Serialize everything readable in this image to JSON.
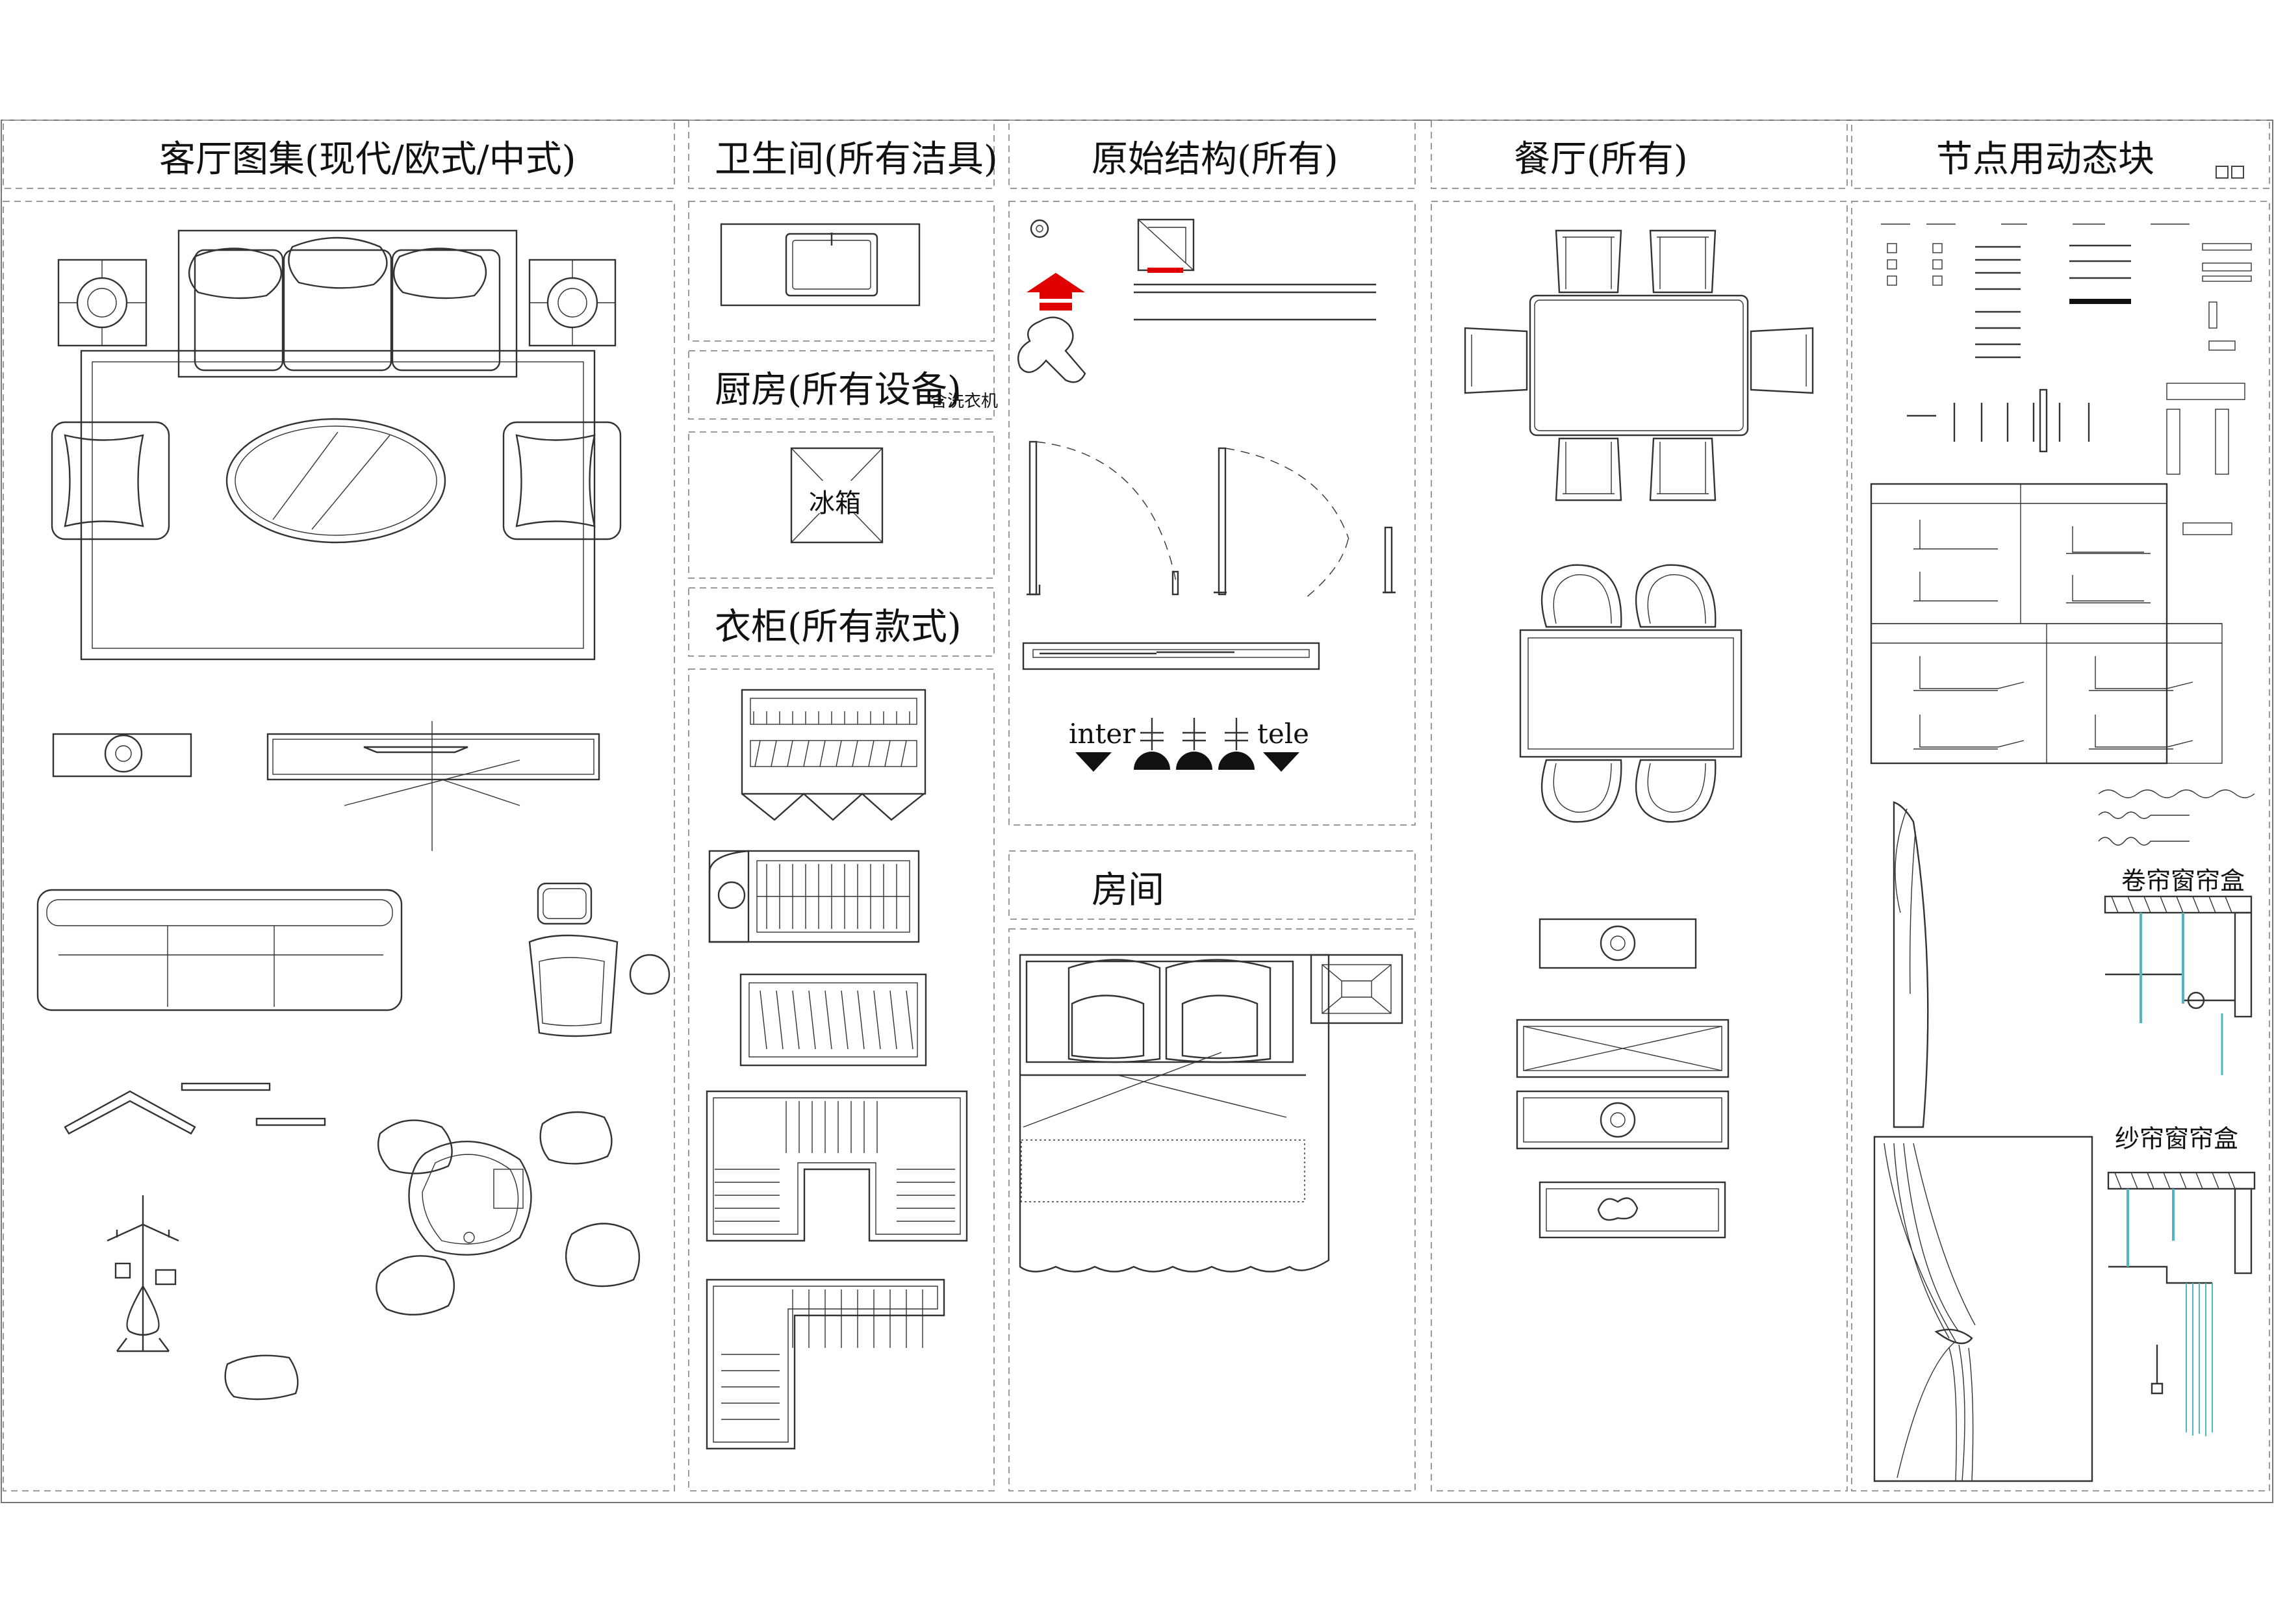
{
  "sections": {
    "living": {
      "title": "客厅图集(现代/欧式/中式)"
    },
    "bathroom": {
      "title": "卫生间(所有洁具)"
    },
    "structure": {
      "title": "原始结构(所有)"
    },
    "dining": {
      "title": "餐厅(所有)"
    },
    "nodes": {
      "title": "节点用动态块"
    },
    "kitchen": {
      "title": "厨房(所有设备)",
      "note": "含洗衣机"
    },
    "wardrobe": {
      "title": "衣柜(所有款式)"
    },
    "room": {
      "title": "房间"
    }
  },
  "labels": {
    "fridge": "冰箱",
    "inter": "inter",
    "tele": "tele",
    "roller_box": "卷帘窗帘盒",
    "sheer_box": "纱帘窗帘盒"
  },
  "colors": {
    "line": "#333333",
    "dash": "#9a9a9a",
    "accent": "#e00000",
    "glass": "#4fb6c4"
  }
}
